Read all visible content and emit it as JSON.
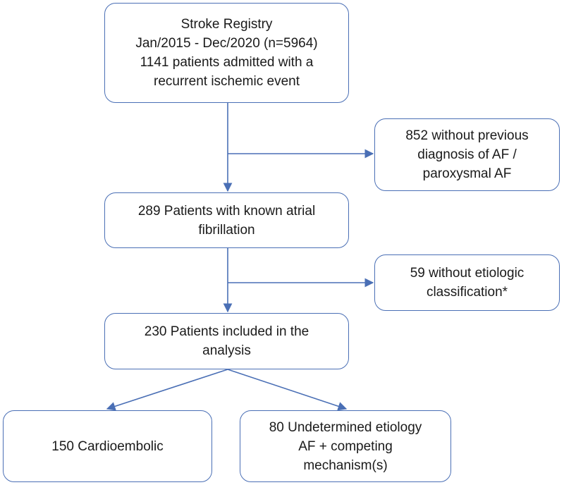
{
  "boxes": {
    "registry": {
      "lines": [
        "Stroke Registry",
        "Jan/2015 - Dec/2020 (n=5964)",
        "1141 patients admitted with a",
        "recurrent ischemic event"
      ]
    },
    "excluded_no_af": {
      "lines": [
        "852 without previous",
        "diagnosis of AF /",
        "paroxysmal AF"
      ]
    },
    "known_af": {
      "lines": [
        "289 Patients with known atrial",
        "fibrillation"
      ]
    },
    "excluded_no_etiology": {
      "lines": [
        "59 without etiologic",
        "classification*"
      ]
    },
    "included": {
      "lines": [
        "230 Patients included in the",
        "analysis"
      ]
    },
    "cardioembolic": {
      "lines": [
        "150 Cardioembolic"
      ]
    },
    "undetermined": {
      "lines": [
        "80 Undetermined etiology",
        "AF + competing",
        "mechanism(s)"
      ]
    }
  },
  "colors": {
    "border": "#4a6fb5",
    "arrow": "#4a6fb5"
  }
}
